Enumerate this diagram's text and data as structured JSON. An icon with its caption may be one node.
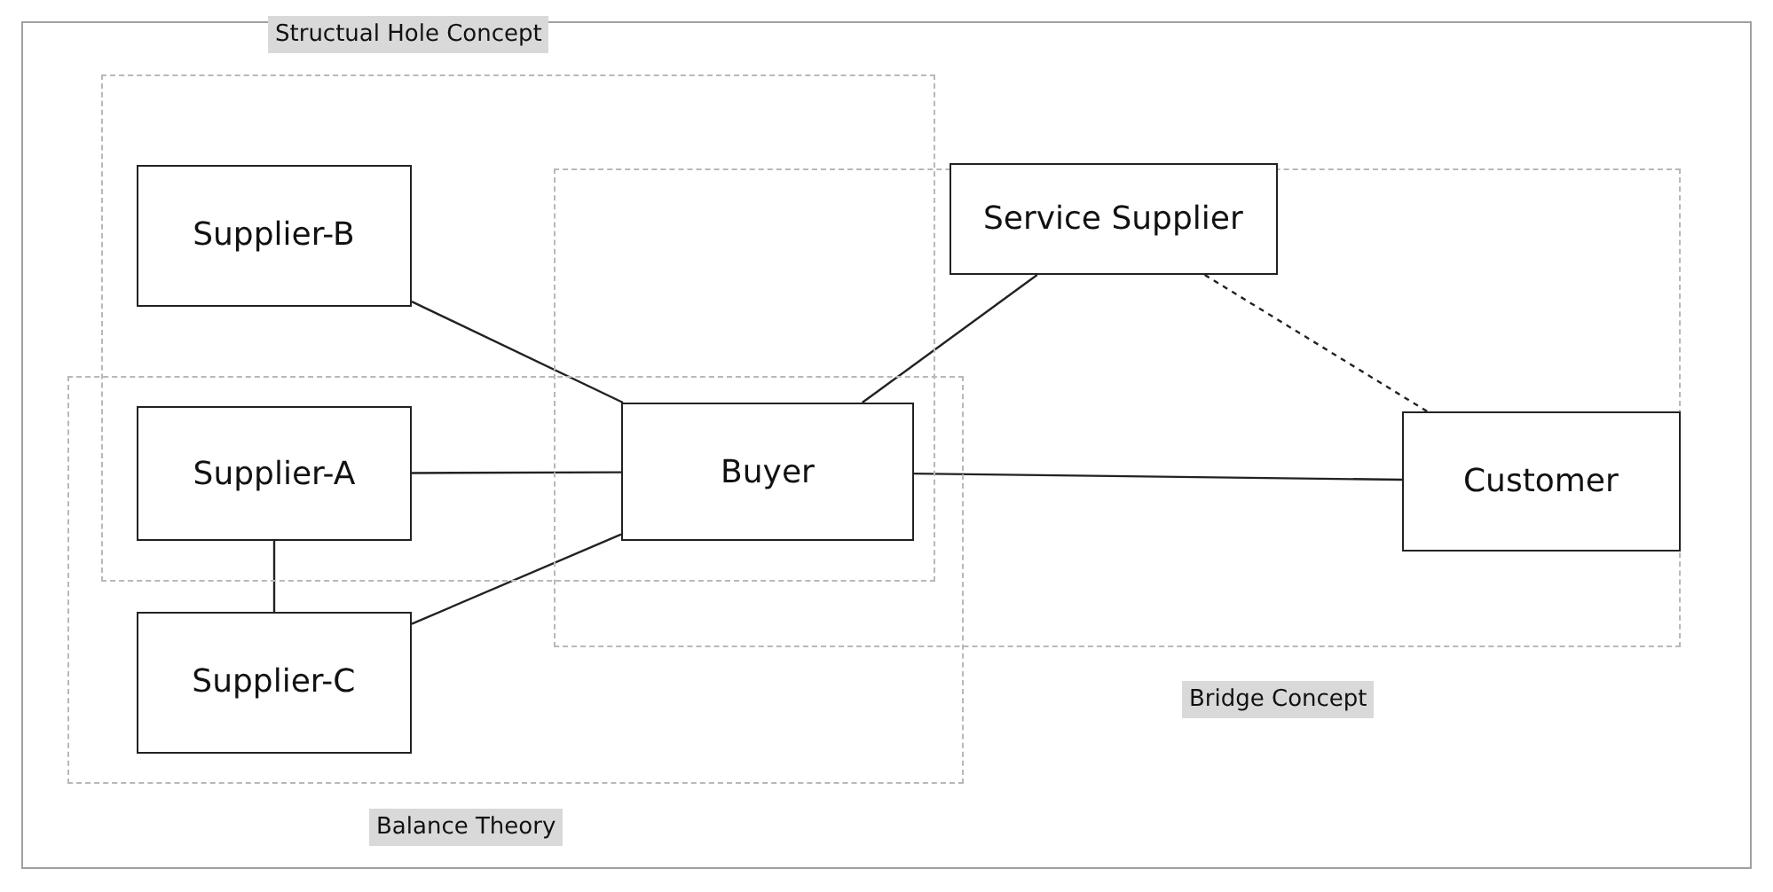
{
  "diagram": {
    "nodes": [
      {
        "text": [
          "Structual Hole Concept"
        ]
      },
      {
        "text": [
          "Supplier-B"
        ],
        "in": 0
      },
      {
        "text": [
          "Bridge Concept"
        ]
      },
      {
        "text": [
          "Service Supplier"
        ],
        "in": 2
      },
      {
        "text": [
          "Supplier-A"
        ]
      },
      {
        "text": [
          "Buyer"
        ]
      },
      {
        "text": [
          "Customer"
        ],
        "in": 2
      },
      {
        "text": [
          "Balance Theory"
        ]
      },
      {
        "text": [
          "Supplier-C"
        ],
        "in": 7
      }
    ],
    "edges": [
      {
        "from": 1,
        "to": 5,
        "arrow": "none"
      },
      {
        "from": 3,
        "to": 5,
        "arrow": "none"
      },
      {
        "from": 3,
        "to": 6,
        "arrow": "none",
        "style": "dashed"
      },
      {
        "from": 4,
        "to": 5,
        "arrow": "none"
      },
      {
        "from": 5,
        "to": 6,
        "arrow": "none"
      },
      {
        "from": 4,
        "to": 8,
        "arrow": "none"
      },
      {
        "from": 8,
        "to": 5,
        "arrow": "none"
      }
    ]
  }
}
